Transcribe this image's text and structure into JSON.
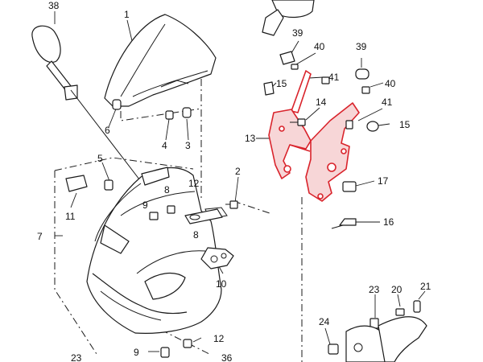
{
  "highlight_color": "#d9232b",
  "callouts": {
    "c1": "1",
    "c2": "2",
    "c3": "3",
    "c4": "4",
    "c5": "5",
    "c6": "6",
    "c7": "7",
    "c8a": "8",
    "c8b": "8",
    "c9a": "9",
    "c9b": "9",
    "c10": "10",
    "c11": "11",
    "c12a": "12",
    "c12b": "12",
    "c13": "13",
    "c14": "14",
    "c15a": "15",
    "c15b": "15",
    "c16": "16",
    "c17": "17",
    "c20": "20",
    "c21": "21",
    "c23a": "23",
    "c23b": "23",
    "c24": "24",
    "c36": "36",
    "c38": "38",
    "c39a": "39",
    "c39b": "39",
    "c40a": "40",
    "c40b": "40",
    "c41a": "41",
    "c41b": "41"
  }
}
